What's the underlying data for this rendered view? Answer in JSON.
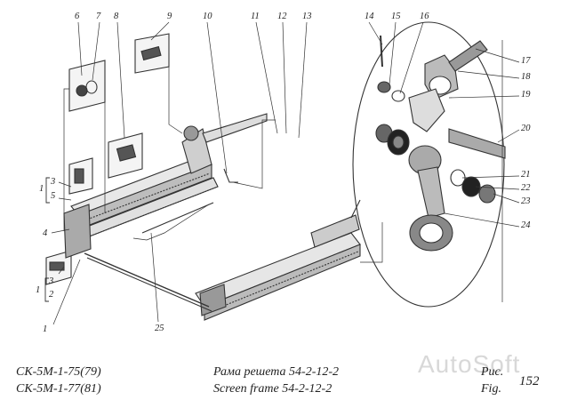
{
  "callouts": [
    "1",
    "1",
    "1",
    "2",
    "3",
    "3",
    "4",
    "5",
    "6",
    "7",
    "8",
    "9",
    "10",
    "11",
    "12",
    "13",
    "14",
    "15",
    "16",
    "17",
    "18",
    "19",
    "20",
    "21",
    "22",
    "23",
    "24",
    "25"
  ],
  "footer": {
    "model_1": "СК-5М-1-75(79)",
    "model_2": "СК-5М-1-77(81)",
    "title_ru": "Рама решета 54-2-12-2",
    "title_en": "Screen frame 54-2-12-2",
    "fig_ru": "Рис.",
    "fig_en": "Fig.",
    "fig_number": "152"
  },
  "watermark": "AutoSoft"
}
